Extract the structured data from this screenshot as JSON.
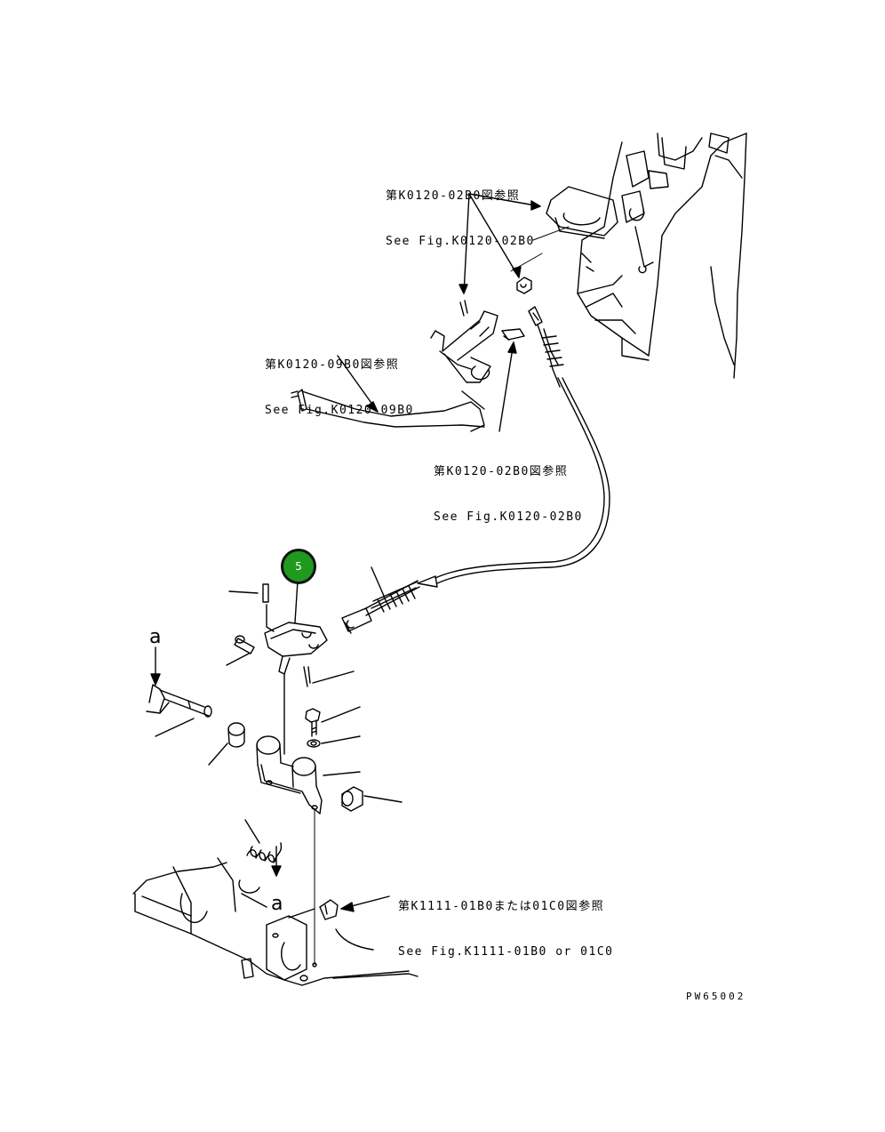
{
  "refs": [
    {
      "jp": "第K0120-02B0図参照",
      "en": "See Fig.K0120-02B0"
    },
    {
      "jp": "第K0120-09B0図参照",
      "en": "See Fig.K0120-09B0"
    },
    {
      "jp": "第K0120-02B0図参照",
      "en": "See Fig.K0120-02B0"
    },
    {
      "jp": "第K1111-01B0または01C0図参照",
      "en": "See Fig.K1111-01B0 or 01C0"
    }
  ],
  "callout": {
    "number": "5",
    "color": "#1f9a1f"
  },
  "letters": {
    "a_top": "a",
    "a_bottom": "a"
  },
  "drawing_code": "PW65002"
}
